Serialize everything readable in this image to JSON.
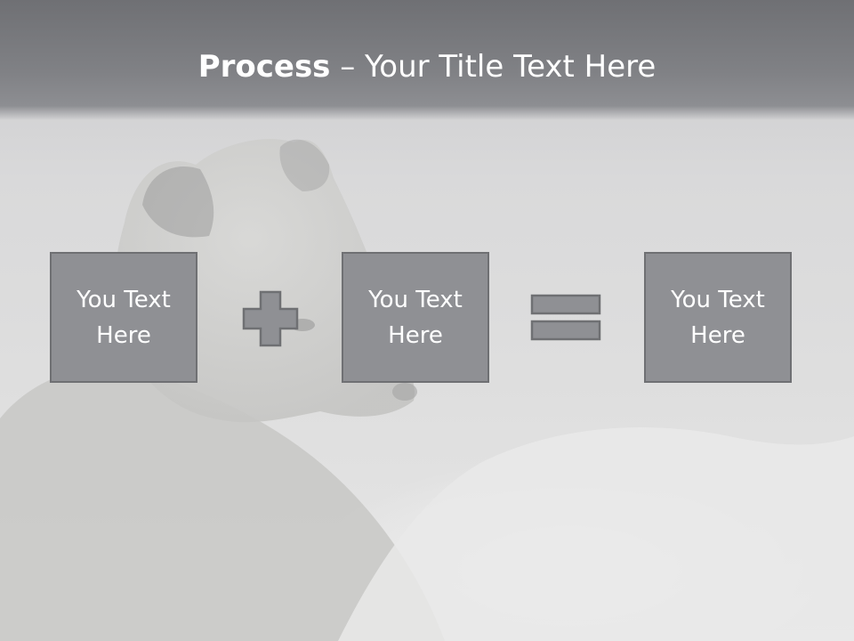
{
  "slide": {
    "title_bold": "Process",
    "title_rest": " – Your Title Text Here",
    "operators": [
      "plus-icon",
      "equals-icon"
    ],
    "boxes": [
      {
        "text": "You Text Here"
      },
      {
        "text": "You Text Here"
      },
      {
        "text": "You Text Here"
      }
    ]
  },
  "colors": {
    "header": "#808185",
    "box_fill": "#8f9094",
    "box_border": "#6f7073",
    "operator_fill": "#8f9094",
    "text": "#ffffff"
  }
}
